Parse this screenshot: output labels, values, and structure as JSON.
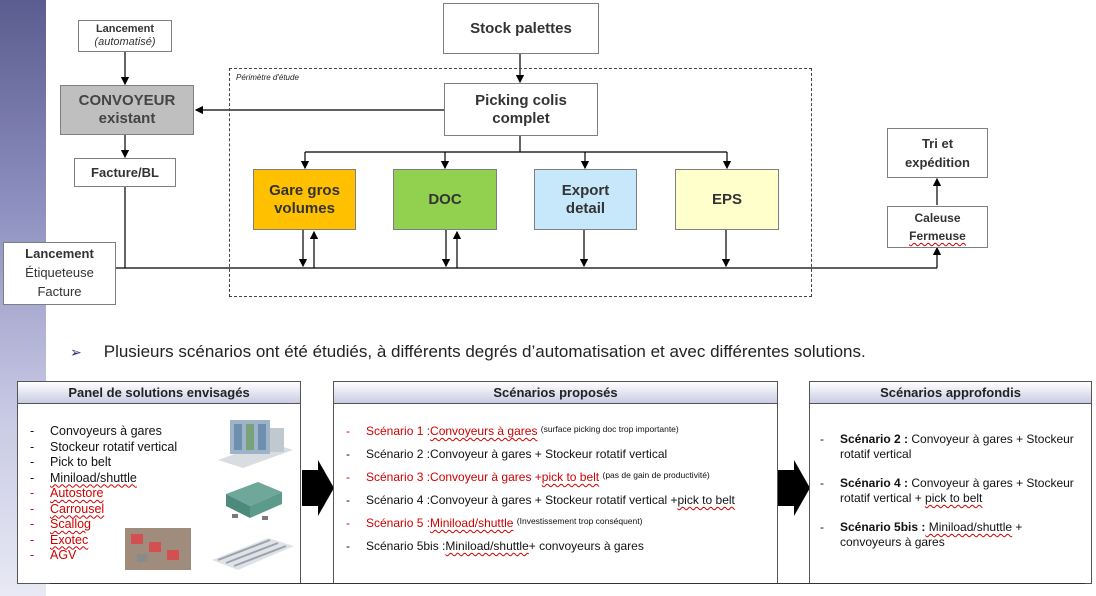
{
  "flow": {
    "stock": "Stock palettes",
    "picking": [
      "Picking colis",
      "complet"
    ],
    "convoyeur": [
      "CONVOYEUR",
      "existant"
    ],
    "lancement_auto": [
      "Lancement",
      "(automatisé)"
    ],
    "facture_bl": "Facture/BL",
    "lancement_etiq": [
      "Lancement",
      "Étiqueteuse",
      "Facture"
    ],
    "perimetre": "Périmètre d'étude",
    "gares": [
      "Gare gros",
      "volumes"
    ],
    "doc": "DOC",
    "export": [
      "Export",
      "detail"
    ],
    "eps": "EPS",
    "tri": [
      "Tri et",
      "expédition"
    ],
    "caleuse": [
      "Caleuse",
      "Fermeuse"
    ]
  },
  "colors": {
    "gares": "#ffc000",
    "doc": "#92d050",
    "export": "#c7e7fb",
    "eps": "#ffffcc",
    "convoyeur": "#bfbfbf",
    "red": "#d00000"
  },
  "bullet": "Plusieurs scénarios ont été étudiés, à différents degrés d’automatisation et avec différentes solutions.",
  "panels": {
    "solutions": {
      "title": "Panel de solutions envisagés",
      "items": [
        "Convoyeurs à gares",
        "Stockeur rotatif vertical",
        "Pick to belt",
        "Miniload/shuttle",
        "Autostore",
        "Carrousel",
        "Scallog",
        "Exotec",
        "AGV"
      ]
    },
    "scenarios": {
      "title": "Scénarios proposés",
      "items": [
        {
          "dash": "-",
          "a": "Scénario 1 : ",
          "b": "Convoyeurs à gares",
          "c": "(surface picking doc trop importante)"
        },
        {
          "dash": "-",
          "a": "Scénario 2 : ",
          "b": "Convoyeur à gares + Stockeur rotatif vertical"
        },
        {
          "dash": "-",
          "a": "Scénario 3 : ",
          "b": "Convoyeur à gares + ",
          "b2": "pick to belt",
          "c": "(pas de gain de productivité)"
        },
        {
          "dash": "-",
          "a": "Scénario 4 : ",
          "b": "Convoyeur à gares + Stockeur rotatif vertical + ",
          "b2": "pick to belt"
        },
        {
          "dash": "-",
          "a": "Scénario 5 : ",
          "b2": "Miniload/shuttle",
          "c": "(Investissement trop conséquent)"
        },
        {
          "dash": "-",
          "a": "Scénario 5bis : ",
          "b2": "Miniload/shuttle",
          "b": " + convoyeurs à gares"
        }
      ]
    },
    "approfondis": {
      "title": "Scénarios approfondis",
      "items": [
        {
          "dash": "-",
          "bold": "Scénario 2 :",
          "rest": " Convoyeur à gares + Stockeur rotatif vertical"
        },
        {
          "dash": "-",
          "bold": "Scénario 4 :",
          "rest": " Convoyeur à gares + Stockeur rotatif vertical + ",
          "wavy": "pick to belt"
        },
        {
          "dash": "-",
          "bold": "Scénario 5bis :",
          "wavy": " Miniload/shuttle",
          "rest2": " + convoyeurs à gares"
        }
      ]
    }
  }
}
